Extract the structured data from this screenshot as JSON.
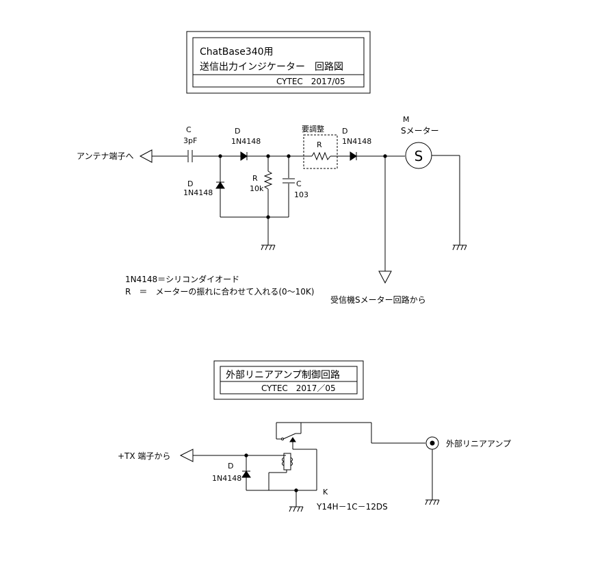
{
  "title1": {
    "line1": "ChatBase340用",
    "line2": "送信出力インジケーター　回路図",
    "credit": "CYTEC　2017/05"
  },
  "circuit1": {
    "antenna_label": "アンテナ端子へ",
    "c1_ref": "C",
    "c1_val": "3pF",
    "d1_ref": "D",
    "d1_val": "1N4148",
    "d2_ref": "D",
    "d2_val": "1N4148",
    "r1_ref": "R",
    "r1_val": "10k",
    "c2_ref": "C",
    "c2_val": "103",
    "adjust_label": "要調整",
    "r2_ref": "R",
    "d3_ref": "D",
    "d3_val": "1N4148",
    "meter_ref": "M",
    "meter_label": "Sメーター",
    "meter_symbol": "S",
    "receiver_label": "受信機Sメーター回路から"
  },
  "notes": {
    "note1": "1N4148＝シリコンダイオード",
    "note2": "R　＝　メーターの振れに合わせて入れる(0～10K)"
  },
  "title2": {
    "line1": "外部リニアアンプ制御回路",
    "credit": "CYTEC　2017／05"
  },
  "circuit2": {
    "tx_label": "+TX 端子から",
    "d_ref": "D",
    "d_val": "1N4148",
    "relay_ref": "K",
    "relay_val": "Y14H－1C－12DS",
    "amp_label": "外部リニアアンプ"
  }
}
